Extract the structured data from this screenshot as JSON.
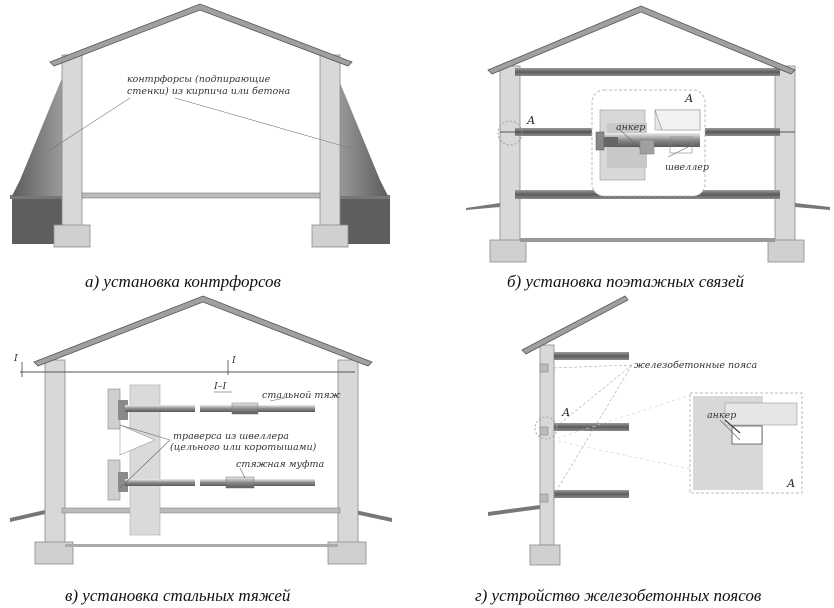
{
  "panels": {
    "a": {
      "caption": "а) установка контрфорсов",
      "label": [
        "контрфорсы (подпирающие",
        "стенки) из кирпича или бетона"
      ]
    },
    "b": {
      "caption": "б) установка поэтажных связей",
      "marker": "А",
      "detail_marker": "А",
      "anchor": "анкер",
      "channel": "швеллер"
    },
    "v": {
      "caption": "в) установка стальных тяжей",
      "section_mark": "I",
      "section_title": "I–I",
      "steel_rod": "стальной тяж",
      "traverse": [
        "траверса из швеллера",
        "(цельного или коротышами)"
      ],
      "coupling": "стяжная муфта"
    },
    "g": {
      "caption": "г) устройство железобетонных поясов",
      "belts": "железобетонные пояса",
      "marker": "А",
      "detail_marker": "А",
      "anchor": "анкер"
    }
  },
  "colors": {
    "wall": "#d6d6d6",
    "wall_stroke": "#8a8a8a",
    "roof": "#9a9a9a",
    "ground": "#777777",
    "beam": "#6e6e6e",
    "buttress": "#6f6f6f"
  }
}
